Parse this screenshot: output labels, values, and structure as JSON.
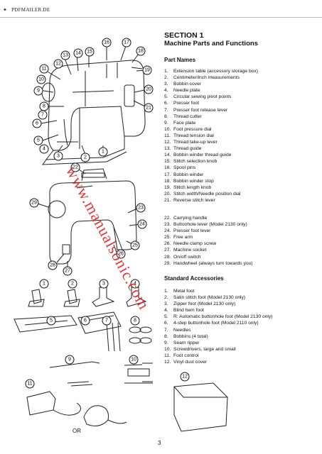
{
  "header": {
    "brand": "PDFMAILER.DE"
  },
  "section": {
    "title": "SECTION 1",
    "subtitle": "Machine Parts and Functions"
  },
  "part_names": {
    "heading": "Part Names",
    "items": [
      "Extension table (accessory storage box)",
      "Centimeter/inch measurements",
      "Bobbin cover",
      "Needle plate",
      "Circular sewing pivot points",
      "Presser foot",
      "Presser foot release lever",
      "Thread cutter",
      "Face plate",
      "Foot pressure dial",
      "Thread tension dial",
      "Thread take-up lever",
      "Thread guide",
      "Bobbin winder thread guide",
      "Stitch selection knob",
      "Spool pins",
      "Bobbin winder",
      "Bobbin winder stop",
      "Stitch length knob",
      "Stitch width/Needle position dial",
      "Reverse stitch lever"
    ],
    "items2": [
      "Carrying handle",
      "Buttonhole lever (Model 2130 only)",
      "Presser foot lever",
      "Free arm",
      "Needle clamp screw",
      "Machine socket",
      "On/off switch",
      "Handwheel (always turn towards you)"
    ]
  },
  "accessories": {
    "heading": "Standard Accessories",
    "items": [
      "Metal foot",
      "Satin stitch foot (Model 2130 only)",
      "Zipper foot (Model 2130 only)",
      "Blind hem foot",
      "R: Automatic buttonhole foot (Model 2130 only)",
      "4-step buttonhole foot (Model 2110 only)",
      "Needles",
      "Bobbins (4 total)",
      "Seam ripper",
      "Screwdrivers, large and small",
      "Foot control",
      "Vinyl dust cover"
    ]
  },
  "watermark": "www.manualsonic.com",
  "or_label": "OR",
  "page_number": "3",
  "callouts_top": [
    "1",
    "2",
    "3",
    "4",
    "5",
    "6",
    "7",
    "8",
    "9",
    "10",
    "11",
    "12",
    "13",
    "14",
    "15",
    "16",
    "17",
    "18",
    "19",
    "20",
    "21"
  ],
  "callouts_mid": [
    "22",
    "23",
    "24",
    "25",
    "26",
    "27",
    "28",
    "29"
  ],
  "callouts_acc": [
    "1",
    "2",
    "3",
    "4",
    "5",
    "6",
    "7",
    "8",
    "9",
    "10",
    "11",
    "12"
  ]
}
